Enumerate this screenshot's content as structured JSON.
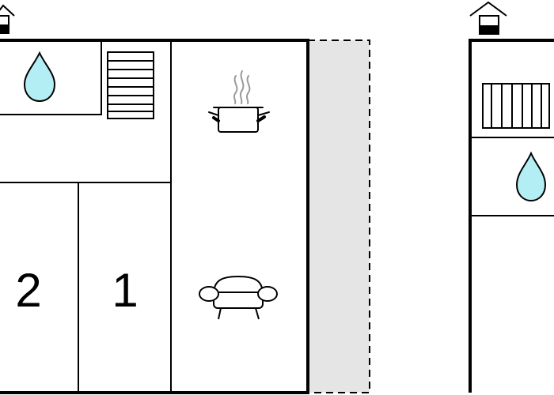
{
  "floorplan": {
    "rooms": [
      {
        "key": "bedroom_2",
        "label": "2"
      },
      {
        "key": "bedroom_1",
        "label": "1"
      }
    ],
    "icons": {
      "floor_marker": "house-marker-icon",
      "bathroom": "water-drop-icon",
      "stairs": "staircase-icon",
      "kitchen": "cooking-pot-icon",
      "living": "sofa-icon",
      "balcony": "terrace-area",
      "railing": "railing-icon"
    },
    "colors": {
      "wall": "#000000",
      "water": "#b3eef5",
      "terrace": "#e5e5e5",
      "steam": "#9a9a9a"
    }
  }
}
